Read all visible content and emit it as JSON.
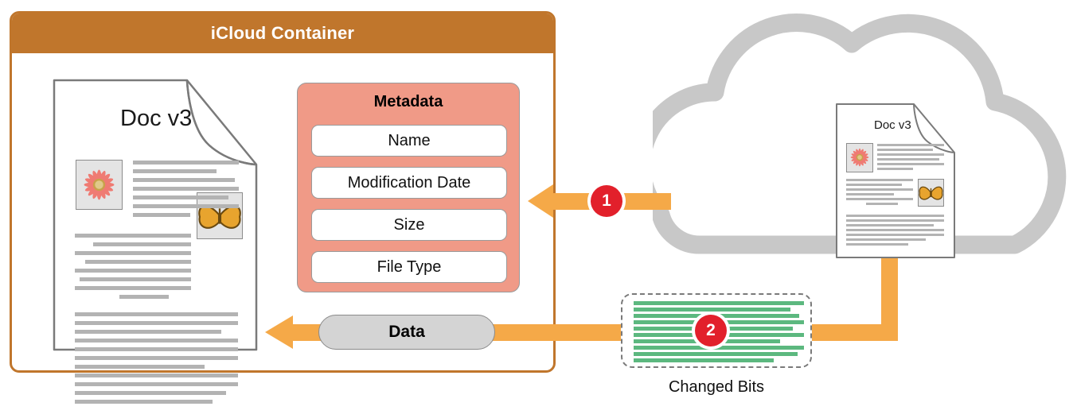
{
  "container": {
    "title": "iCloud Container"
  },
  "local_document": {
    "name": "local-doc",
    "title": "Doc v3",
    "images": [
      "flower-image",
      "butterfly-image"
    ]
  },
  "cloud_document": {
    "name": "cloud-doc",
    "title": "Doc v3",
    "images": [
      "flower-image",
      "butterfly-image"
    ]
  },
  "metadata": {
    "title": "Metadata",
    "fields": [
      {
        "label": "Name"
      },
      {
        "label": "Modification Date"
      },
      {
        "label": "Size"
      },
      {
        "label": "File Type"
      }
    ]
  },
  "data_pill": {
    "label": "Data"
  },
  "changed_bits": {
    "label": "Changed Bits"
  },
  "steps": [
    {
      "number": "1",
      "describes": "metadata-transfer-arrow"
    },
    {
      "number": "2",
      "describes": "changed-bits-transfer-arrow"
    }
  ],
  "colors": {
    "container_brown": "#C0762C",
    "metadata_salmon": "#F09A87",
    "arrow_orange": "#F5A948",
    "badge_red": "#E2202B",
    "cloud_gray": "#C8C8C8",
    "bits_green": "#5CB87F",
    "pill_gray": "#D4D4D4"
  },
  "icons": {
    "cloud": "cloud-icon",
    "flower": "flower-icon",
    "butterfly": "butterfly-icon",
    "arrow_left": "arrow-left-icon"
  }
}
